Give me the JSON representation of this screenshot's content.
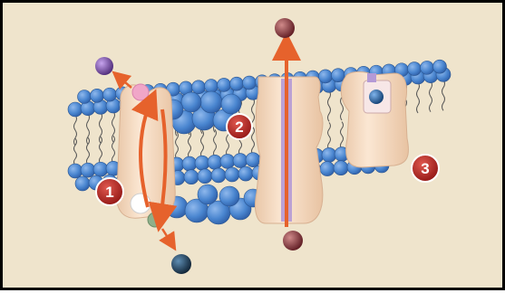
{
  "diagram": {
    "labels": [
      "1",
      "2",
      "3"
    ],
    "colors": {
      "background": "#efe4cc",
      "frame": "#000000",
      "lipid_head": "#4a86d0",
      "lipid_head_dark": "#2f5fa8",
      "tail": "#555555",
      "protein": "#f6dcc4",
      "channel_purple": "#b49ad6",
      "arrow": "#e6622c",
      "badge": "#b8201c",
      "molecule_purple": "#6a3d9a",
      "molecule_red": "#8b2f33",
      "molecule_teal": "#1d3b55",
      "molecule_blue": "#1b5fa6",
      "site_pink": "#f0a6c8",
      "site_white": "#ffffff",
      "site_green": "#8fb08a"
    },
    "icons": [
      "membrane-bilayer",
      "carrier-protein",
      "channel-protein",
      "receptor-protein",
      "solute-molecule",
      "transport-arrow"
    ]
  }
}
